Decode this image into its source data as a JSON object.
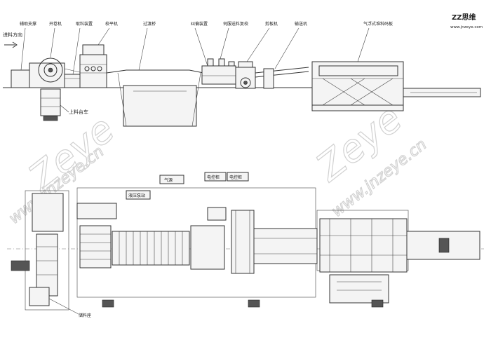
{
  "top_labels": {
    "feed_direction": "进料方向",
    "aux_support": "辅助支撑",
    "uncoiler": "开卷机",
    "feeding_device": "取料装置",
    "leveler": "校平机",
    "transition_bridge": "过渡桥",
    "deviation_correction": "纠偏装置",
    "servo_feeder": "伺服送料复校",
    "shear": "剪板机",
    "conveyor": "输送机",
    "pneumatic_stacker": "气浮式堆料码板",
    "coil_car": "上料台车"
  },
  "bottom_labels": {
    "pneumatic_station": "气源",
    "hydraulic_station": "液压泵站",
    "electric_cabinet_1": "电控柜",
    "electric_cabinet_2": "电控柜",
    "coil_saddle": "储料座"
  },
  "logo": {
    "text": "ZZ思维",
    "url": "www.jnzeye.com"
  },
  "watermark": {
    "brand": "Zeye",
    "url": "www.jnzeye.cn"
  }
}
